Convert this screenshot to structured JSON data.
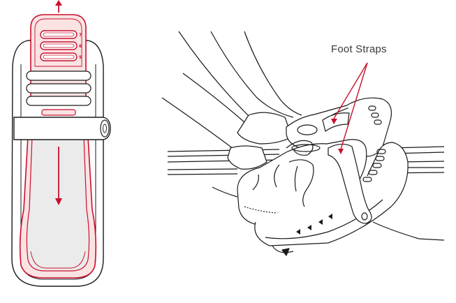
{
  "figure": {
    "callout": {
      "label": "Foot Straps"
    },
    "size_marks": [
      "7",
      "6",
      "5"
    ],
    "colors": {
      "outline": "#1a1a1a",
      "accent_red": "#c8102e",
      "fill_light_gray": "#ebebeb",
      "fill_red_tint": "#fbe3e3",
      "background": "#ffffff"
    },
    "icons": [
      "arrow-up-icon",
      "arrow-down-icon"
    ]
  }
}
